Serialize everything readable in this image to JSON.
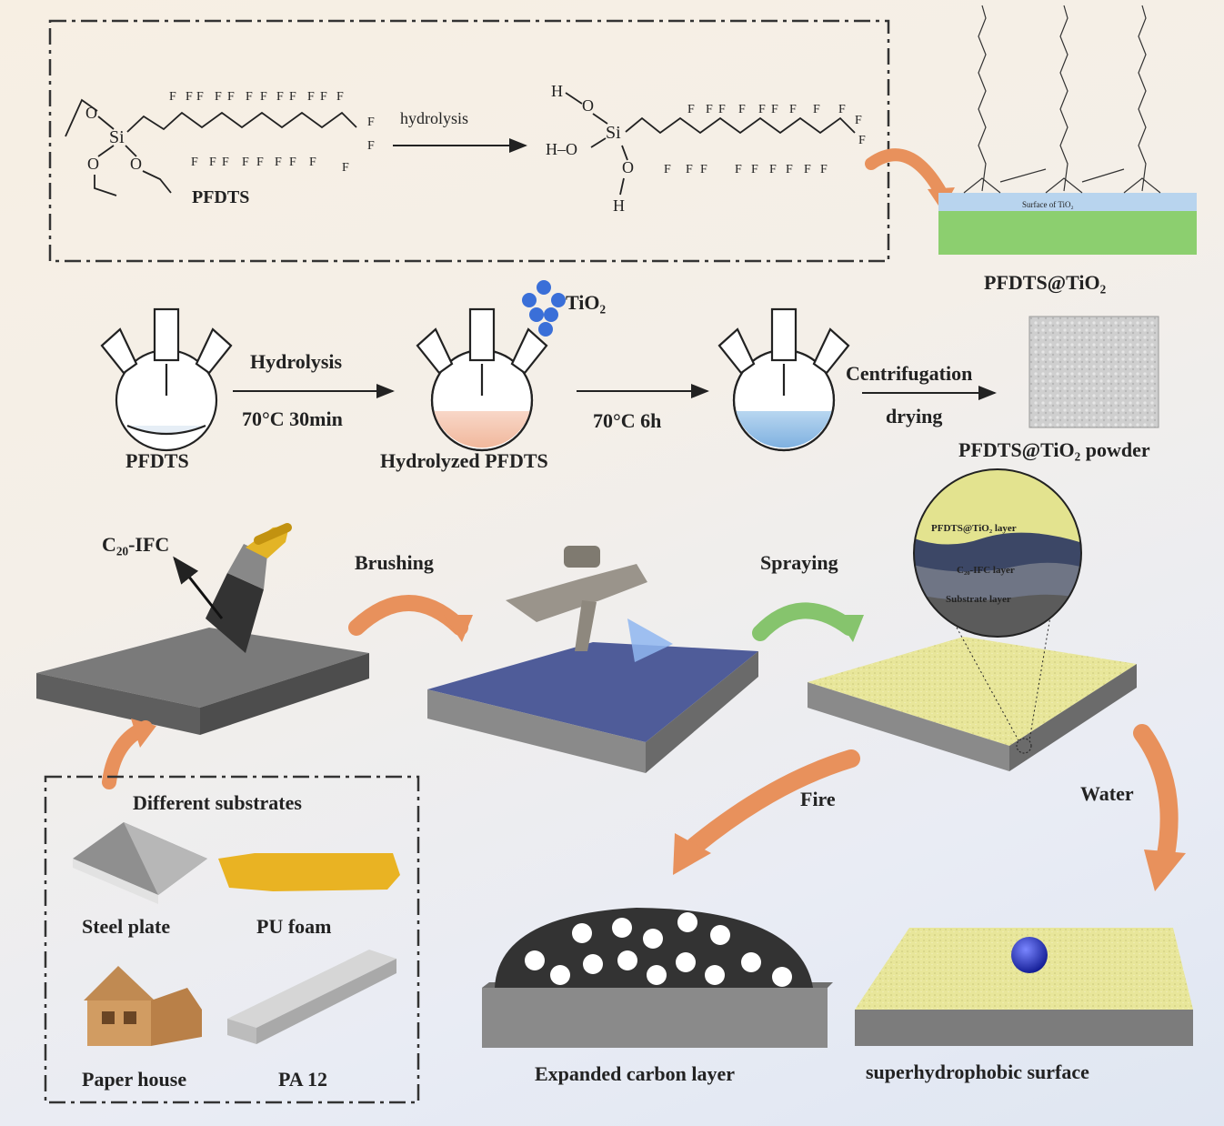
{
  "reaction": {
    "reactant_name": "PFDTS",
    "arrow_label": "hydrolysis",
    "product_name": "PFDTS@TiO₂",
    "surface_label": "Surface of TiO₂",
    "atoms": {
      "f": "F",
      "o": "O",
      "si": "Si",
      "h": "H",
      "ho": "H–O"
    }
  },
  "process": {
    "flask1_label": "PFDTS",
    "step1_top": "Hydrolysis",
    "step1_bottom": "70°C 30min",
    "tio2_label": "TiO₂",
    "flask2_label": "Hydrolyzed PFDTS",
    "step2_bottom": "70°C 6h",
    "step3_top": "Centrifugation",
    "step3_bottom": "drying",
    "powder_label": "PFDTS@TiO₂ powder"
  },
  "coating": {
    "c20_label": "C₂₀-IFC",
    "brushing_label": "Brushing",
    "spraying_label": "Spraying",
    "layers": [
      "PFDTS@TiO₂ layer",
      "C₂₀-IFC layer",
      "Substrate layer"
    ]
  },
  "substrates": {
    "title": "Different substrates",
    "items": [
      "Steel plate",
      "PU foam",
      "Paper house",
      "PA 12"
    ]
  },
  "outcomes": {
    "fire_label": "Fire",
    "water_label": "Water",
    "carbon_label": "Expanded carbon layer",
    "hydrophobic_label": "superhydrophobic surface"
  },
  "colors": {
    "orange_arrow": "#e8915c",
    "green_arrow": "#86c46d",
    "blue_plate": "#4f5c99",
    "yellow_coating": "#e9e79a",
    "gray_plate": "#7a7a7a"
  }
}
